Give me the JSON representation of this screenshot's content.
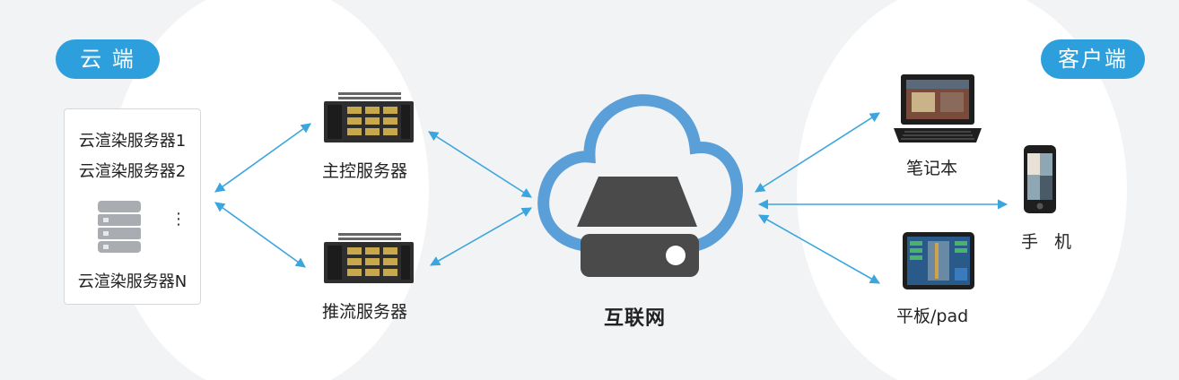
{
  "left_zone": {
    "title": "云 端"
  },
  "right_zone": {
    "title": "客户端"
  },
  "render_servers": {
    "items": [
      "云渲染服务器1",
      "云渲染服务器2",
      "云渲染服务器N"
    ],
    "ellipsis": "⋮"
  },
  "master_server": {
    "label": "主控服务器"
  },
  "push_server": {
    "label": "推流服务器"
  },
  "internet": {
    "label": "互联网"
  },
  "devices": {
    "laptop": "笔记本",
    "phone": "手 机",
    "tablet": "平板/pad"
  },
  "colors": {
    "accent": "#2c9fdc",
    "arrow": "#3aa6dd",
    "cloud_outline": "#5a9fd8",
    "server_dark": "#4a4a4a"
  }
}
